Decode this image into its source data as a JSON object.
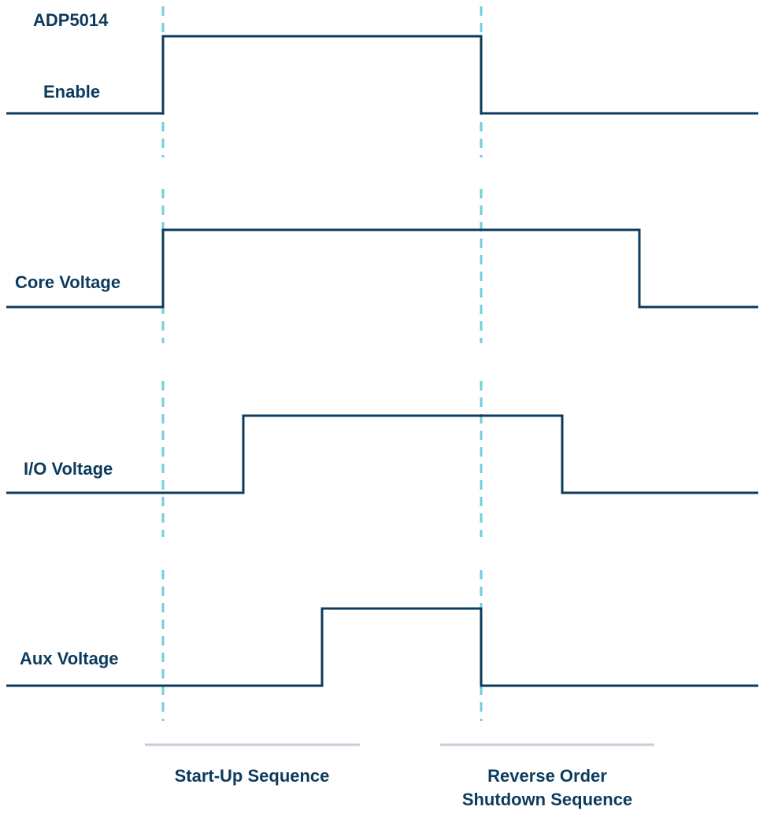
{
  "device": "ADP5014",
  "signals": [
    {
      "key": "enable",
      "label": "Enable",
      "rise": "t0",
      "fall": "t3"
    },
    {
      "key": "core",
      "label": "Core Voltage",
      "rise": "t0",
      "fall": "t5"
    },
    {
      "key": "io",
      "label": "I/O Voltage",
      "rise": "t1",
      "fall": "t4"
    },
    {
      "key": "aux",
      "label": "Aux Voltage",
      "rise": "t2",
      "fall": "t3"
    }
  ],
  "phases": {
    "startup": {
      "label": "Start-Up Sequence"
    },
    "shutdown": {
      "line1": "Reverse Order",
      "line2": "Shutdown Sequence"
    }
  },
  "colors": {
    "trace": "#0c3b5d",
    "guide": "#6fcfdc",
    "bracket": "#c9cbd8",
    "text": "#0c3b5d"
  }
}
